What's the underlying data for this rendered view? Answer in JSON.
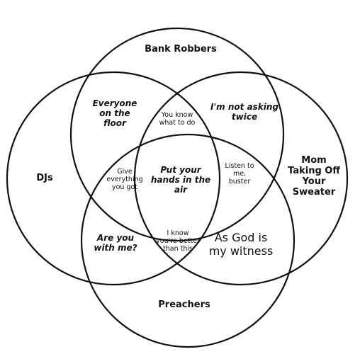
{
  "sets": {
    "top": "Bank Robbers",
    "left": "DJs",
    "right": "Mom\nTaking Off\nYour\nSweater",
    "bottom": "Preachers"
  },
  "regions": {
    "top_left": "Everyone\non the\nfloor",
    "top_right": "I'm not asking\ntwice",
    "top_inner": "You know\nwhat to do",
    "left_inner": "Give\neverything\nyou got",
    "center": "Put your\nhands in the\nair",
    "right_inner": "Listen to\nme,\nbuster",
    "bottom_left": "Are you\nwith me?",
    "bottom_inner": "I know\nyou're better\nthan this",
    "bottom_right": "As God is\nmy witness"
  },
  "colors": {
    "stroke": "#111111",
    "background": "#ffffff"
  }
}
